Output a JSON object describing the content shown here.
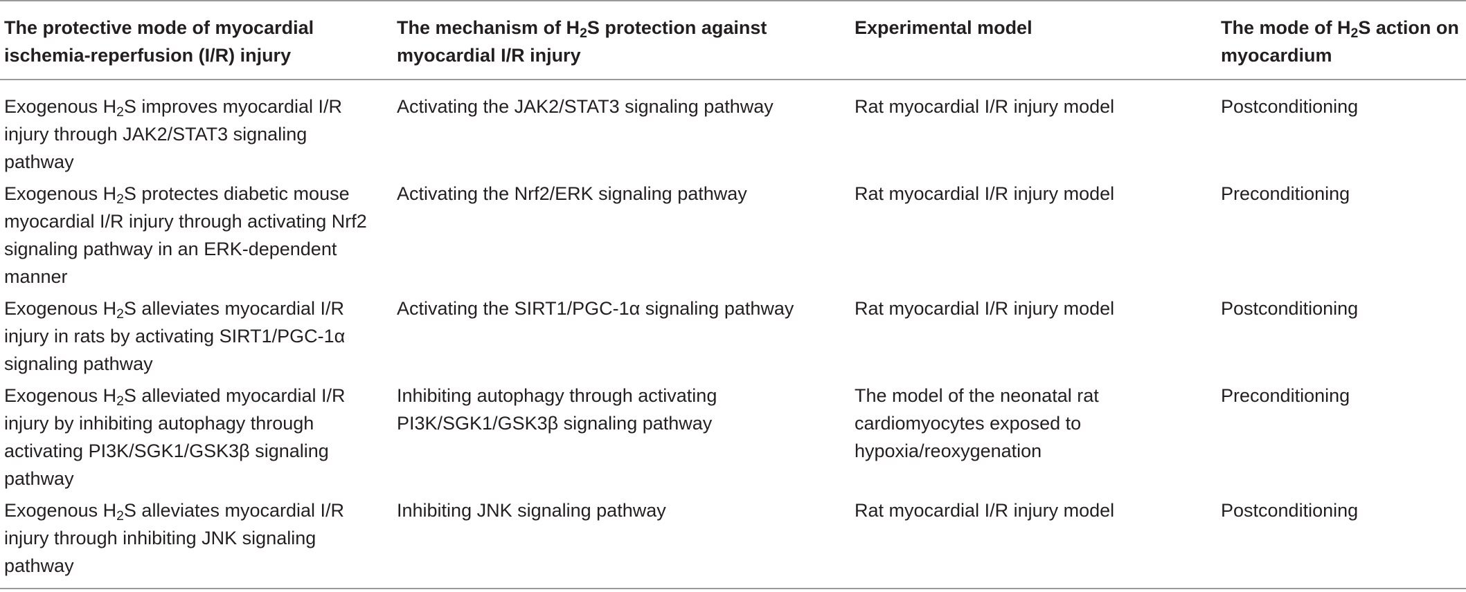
{
  "table": {
    "headers": [
      [
        "The protective mode of myocardial ischemia-reperfusion (I/R) injury"
      ],
      [
        "The mechanism of H",
        "2",
        "S protection against myocardial I/R injury"
      ],
      [
        "Experimental model"
      ],
      [
        "The mode of H",
        "2",
        "S action on myocardium"
      ]
    ],
    "rows": [
      [
        [
          "Exogenous H",
          "2",
          "S improves myocardial I/R injury through JAK2/STAT3 signaling pathway"
        ],
        [
          "Activating the JAK2/STAT3 signaling pathway"
        ],
        [
          "Rat myocardial I/R injury model"
        ],
        [
          "Postconditioning"
        ]
      ],
      [
        [
          "Exogenous H",
          "2",
          "S protectes diabetic mouse myocardial I/R injury through activating Nrf2 signaling pathway in an ERK-dependent manner"
        ],
        [
          "Activating the Nrf2/ERK signaling pathway"
        ],
        [
          "Rat myocardial I/R injury model"
        ],
        [
          "Preconditioning"
        ]
      ],
      [
        [
          "Exogenous H",
          "2",
          "S alleviates myocardial I/R injury in rats by activating SIRT1/PGC-1α signaling pathway"
        ],
        [
          "Activating the SIRT1/PGC-1α signaling pathway"
        ],
        [
          "Rat myocardial I/R injury model"
        ],
        [
          "Postconditioning"
        ]
      ],
      [
        [
          "Exogenous H",
          "2",
          "S alleviated myocardial I/R injury by inhibiting autophagy through activating PI3K/SGK1/GSK3β signaling pathway"
        ],
        [
          "Inhibiting autophagy through activating PI3K/SGK1/GSK3β signaling pathway"
        ],
        [
          "The model of the neonatal rat cardiomyocytes exposed to hypoxia/reoxygenation"
        ],
        [
          "Preconditioning"
        ]
      ],
      [
        [
          "Exogenous H",
          "2",
          "S alleviates myocardial I/R injury through inhibiting JNK signaling pathway"
        ],
        [
          "Inhibiting JNK signaling pathway"
        ],
        [
          "Rat myocardial I/R injury model"
        ],
        [
          "Postconditioning"
        ]
      ]
    ]
  }
}
